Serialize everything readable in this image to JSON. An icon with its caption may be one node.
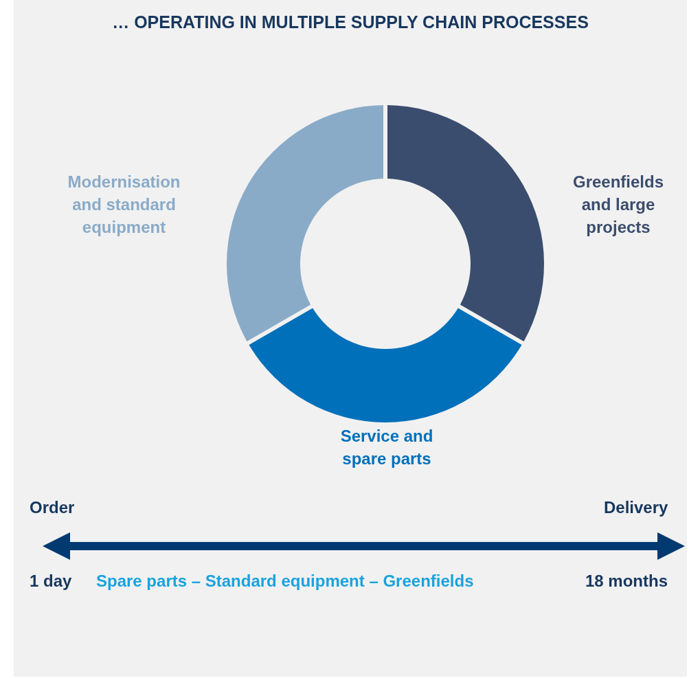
{
  "diagram": {
    "title": "… OPERATING IN MULTIPLE SUPPLY CHAIN PROCESSES",
    "nodes": [
      {
        "text": [
          "Greenfields and large projects"
        ]
      },
      {
        "text": [
          "Service and spare parts"
        ]
      },
      {
        "text": [
          "Modernisation and standard equipment"
        ]
      }
    ],
    "labels": [
      "Order",
      "Delivery",
      "1 day",
      "Spare parts – Standard equipment – Greenfields",
      "18 months"
    ]
  }
}
